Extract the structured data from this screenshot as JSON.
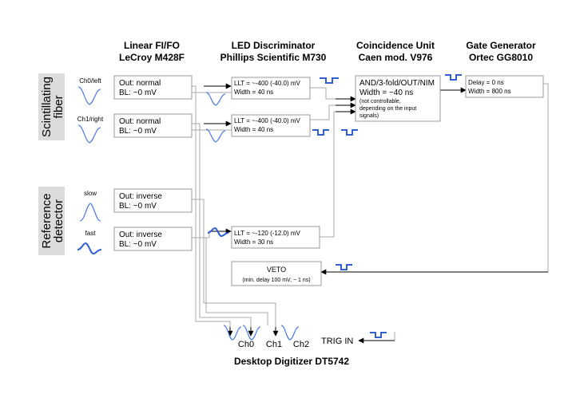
{
  "headers": {
    "fifo": [
      "Linear FI/FO",
      "LeCroy M428F"
    ],
    "disc": [
      "LED Discriminator",
      "Phillips Scientific M730"
    ],
    "coinc": [
      "Coincidence Unit",
      "Caen mod. V976"
    ],
    "gate": [
      "Gate Generator",
      "Ortec GG8010"
    ]
  },
  "side_labels": {
    "fiber": [
      "Scintillating",
      "fiber"
    ],
    "reference": [
      "Reference",
      "detector"
    ]
  },
  "channel_labels": {
    "ch0_left": "Ch0/left",
    "ch1_right": "Ch1/right",
    "slow": "slow",
    "fast": "fast"
  },
  "fifo_boxes": [
    [
      "Out: normal",
      "BL: ~0 mV"
    ],
    [
      "Out: normal",
      "BL: ~0 mV"
    ],
    [
      "Out: inverse",
      "BL: ~0 mV"
    ],
    [
      "Out: inverse",
      "BL: ~0 mV"
    ]
  ],
  "disc_boxes": [
    [
      "LLT = ~-400 (-40.0) mV",
      "Width = 40 ns"
    ],
    [
      "LLT = ~-400 (-40.0) mV",
      "Width = 40 ns"
    ],
    [
      "LLT = ~-120 (-12.0) mV",
      "Width = 30 ns"
    ]
  ],
  "coinc_box": {
    "line1": "AND/3-fold/OUT/NIM",
    "line2": "Width = ~40 ns",
    "note": [
      "(not controllable,",
      "depending on the input",
      "signals)"
    ]
  },
  "gate_box": [
    "Delay = 0 ns",
    "Width = 800 ns"
  ],
  "veto_box": {
    "title": "VETO",
    "note": "(min. delay 100 mV, ~ 1 ns)"
  },
  "digitizer": {
    "channels": [
      "Ch0",
      "Ch1",
      "Ch2"
    ],
    "trig": "TRIG IN",
    "title": "Desktop Digitizer DT5742"
  }
}
